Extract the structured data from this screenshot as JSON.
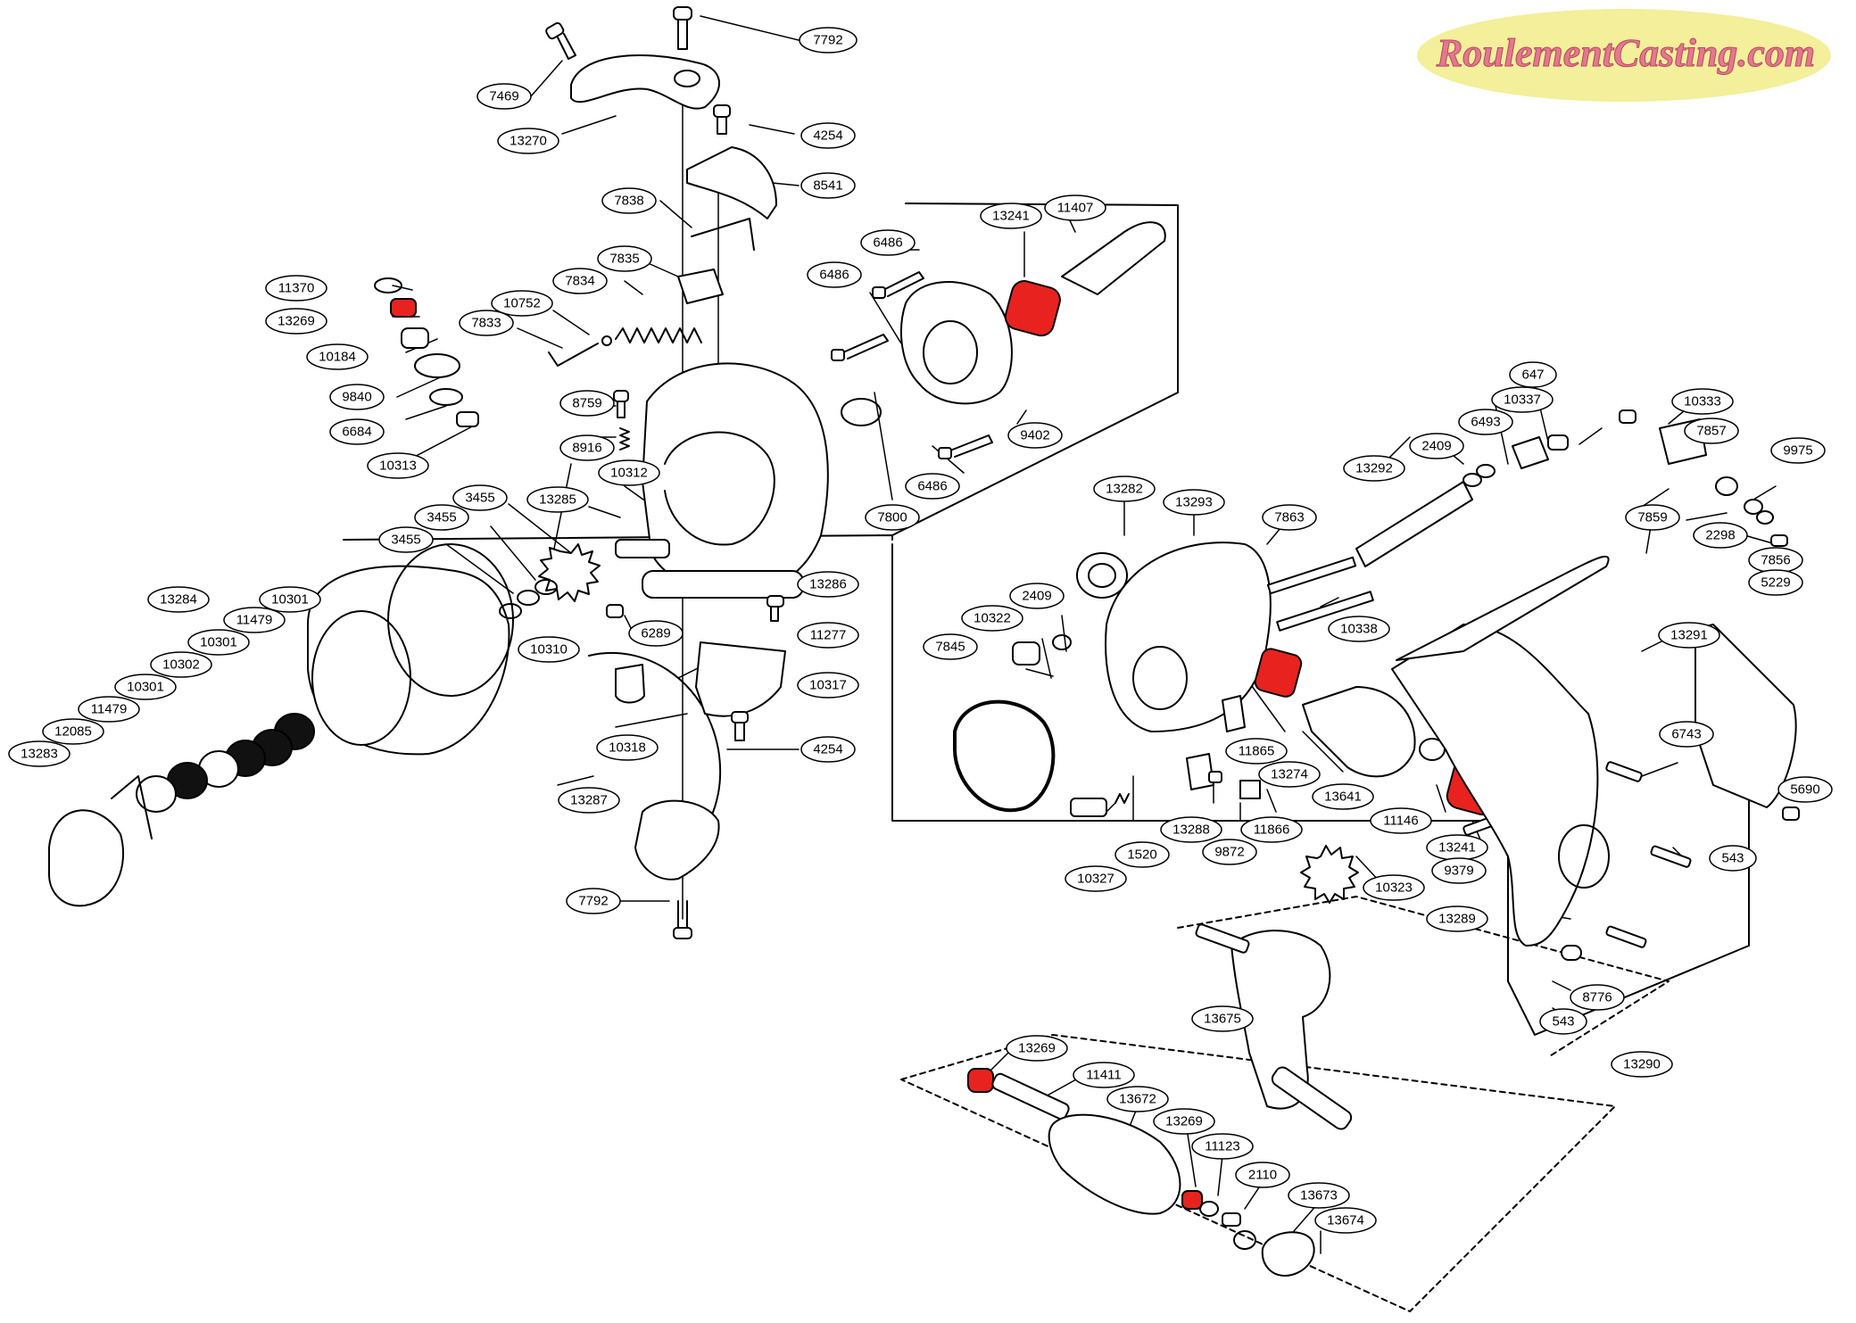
{
  "logo": {
    "text": "RoulementCasting.com"
  },
  "colors": {
    "bearing_highlight": "#e8231f",
    "logo_fill": "#f3ef9a",
    "logo_text": "#e5788d",
    "line": "#000000"
  },
  "labels": {
    "l7792a": "7792",
    "l7469": "7469",
    "l13270": "13270",
    "l4254a": "4254",
    "l8541": "8541",
    "l7838": "7838",
    "l7835": "7835",
    "l7834": "7834",
    "l10752": "10752",
    "l7833": "7833",
    "l11370": "11370",
    "l13269a": "13269",
    "l10184": "10184",
    "l9840": "9840",
    "l6684": "6684",
    "l10313": "10313",
    "l8759": "8759",
    "l8916": "8916",
    "l10312": "10312",
    "l13285": "13285",
    "l3455a": "3455",
    "l3455b": "3455",
    "l3455c": "3455",
    "l13284": "13284",
    "l10301a": "10301",
    "l11479a": "11479",
    "l10301b": "10301",
    "l10302": "10302",
    "l10301c": "10301",
    "l11479b": "11479",
    "l12085": "12085",
    "l13283": "13283",
    "l10310": "10310",
    "l6289": "6289",
    "l11277": "11277",
    "l13286": "13286",
    "l10317": "10317",
    "l10318": "10318",
    "l4254b": "4254",
    "l13287": "13287",
    "l7792b": "7792",
    "l6486a": "6486",
    "l6486b": "6486",
    "l6486c": "6486",
    "l13241a": "13241",
    "l11407": "11407",
    "l9402": "9402",
    "l7800": "7800",
    "l13282": "13282",
    "l13293": "13293",
    "l7863": "7863",
    "l10338": "10338",
    "l13292": "13292",
    "l2409a": "2409",
    "l6493": "6493",
    "l10337": "10337",
    "l647": "647",
    "l10333": "10333",
    "l7857": "7857",
    "l9975": "9975",
    "l7859": "7859",
    "l2298": "2298",
    "l7856": "7856",
    "l5229": "5229",
    "l10322": "10322",
    "l2409b": "2409",
    "l7845": "7845",
    "l11865": "11865",
    "l13274": "13274",
    "l13641": "13641",
    "l11146": "11146",
    "l13241b": "13241",
    "l9379": "9379",
    "l13288": "13288",
    "l9872": "9872",
    "l11866": "11866",
    "l1520": "1520",
    "l10327": "10327",
    "l10323": "10323",
    "l13291": "13291",
    "l6743": "6743",
    "l5690": "5690",
    "l543a": "543",
    "l13289": "13289",
    "l8776": "8776",
    "l543b": "543",
    "l13290": "13290",
    "l13675": "13675",
    "l13269b": "13269",
    "l11411": "11411",
    "l13672": "13672",
    "l13269c": "13269",
    "l11123": "11123",
    "l2110": "2110",
    "l13673": "13673",
    "l13674": "13674"
  }
}
